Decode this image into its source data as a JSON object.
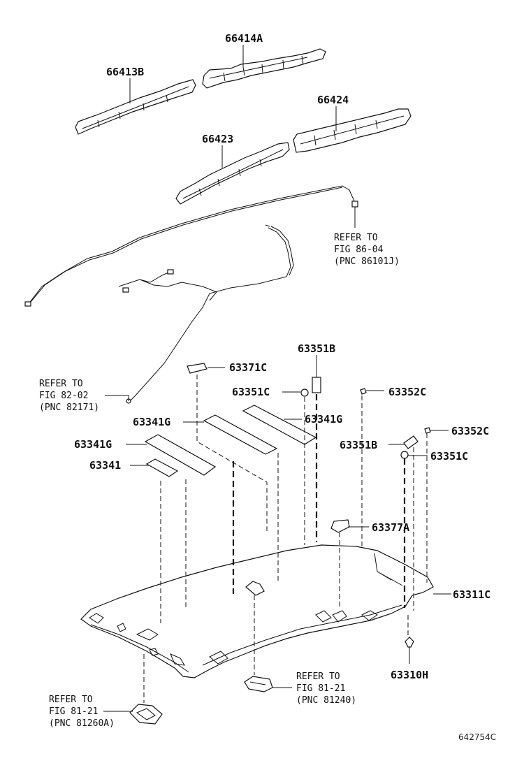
{
  "labels": {
    "p66414A": "66414A",
    "p66413B": "66413B",
    "p66424": "66424",
    "p66423": "66423",
    "p63351B_top": "63351B",
    "p63371C": "63371C",
    "p63351C_left": "63351C",
    "p63352C_top": "63352C",
    "p63341G_mid": "63341G",
    "p63341G_right": "63341G",
    "p63341G_left": "63341G",
    "p63341": "63341",
    "p63352C_right": "63352C",
    "p63351B_right": "63351B",
    "p63351C_right": "63351C",
    "p63377A": "63377A",
    "p63311C": "63311C",
    "p63310H": "63310H"
  },
  "references": {
    "ref_86": [
      "REFER TO",
      "FIG 86-04",
      "(PNC 86101J)"
    ],
    "ref_82": [
      "REFER TO",
      "FIG 82-02",
      "(PNC 82171)"
    ],
    "ref_81a": [
      "REFER TO",
      "FIG 81-21",
      "(PNC 81240)"
    ],
    "ref_81b": [
      "REFER TO",
      "FIG 81-21",
      "(PNC 81260A)"
    ]
  },
  "catalog_number": "642754C"
}
